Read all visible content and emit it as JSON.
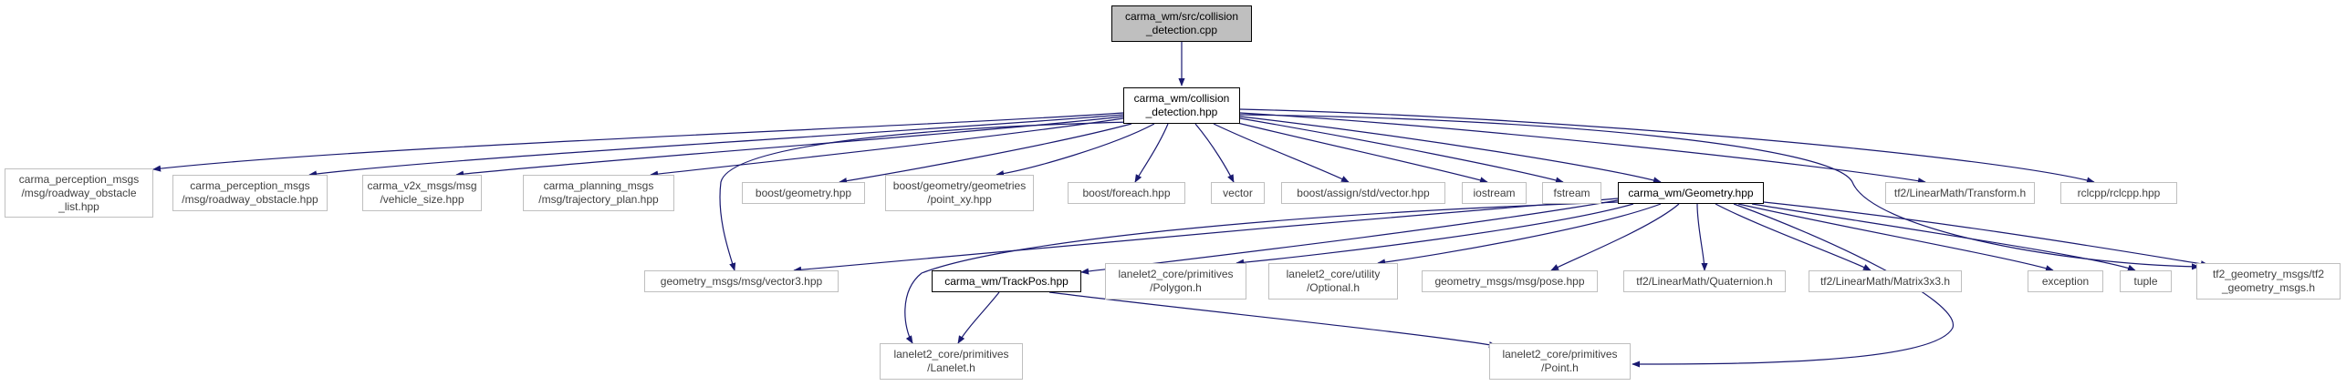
{
  "diagram": {
    "edge_color": "#191970",
    "node_fill_root": "#bfbfbf",
    "node_border_external": "#bfbfbf",
    "nodes": {
      "src": "carma_wm/src/collision\n_detection.cpp",
      "hdr": "carma_wm/collision\n_detection.hpp",
      "cp_list": "carma_perception_msgs\n/msg/roadway_obstacle\n_list.hpp",
      "cp_obs": "carma_perception_msgs\n/msg/roadway_obstacle.hpp",
      "v2x": "carma_v2x_msgs/msg\n/vehicle_size.hpp",
      "plan": "carma_planning_msgs\n/msg/trajectory_plan.hpp",
      "bgeom": "boost/geometry.hpp",
      "bgxy": "boost/geometry/geometries\n/point_xy.hpp",
      "bforeach": "boost/foreach.hpp",
      "vector": "vector",
      "bassign": "boost/assign/std/vector.hpp",
      "iostream": "iostream",
      "fstream": "fstream",
      "geomhpp": "carma_wm/Geometry.hpp",
      "tf2trans": "tf2/LinearMath/Transform.h",
      "rclcpp": "rclcpp/rclcpp.hpp",
      "vec3": "geometry_msgs/msg/vector3.hpp",
      "trackpos": "carma_wm/TrackPos.hpp",
      "polygon": "lanelet2_core/primitives\n/Polygon.h",
      "optional": "lanelet2_core/utility\n/Optional.h",
      "pose": "geometry_msgs/msg/pose.hpp",
      "quat": "tf2/LinearMath/Quaternion.h",
      "matrix": "tf2/LinearMath/Matrix3x3.h",
      "exception": "exception",
      "tuple": "tuple",
      "tf2gm": "tf2_geometry_msgs/tf2\n_geometry_msgs.h",
      "lanelet": "lanelet2_core/primitives\n/Lanelet.h",
      "point": "lanelet2_core/primitives\n/Point.h"
    }
  }
}
